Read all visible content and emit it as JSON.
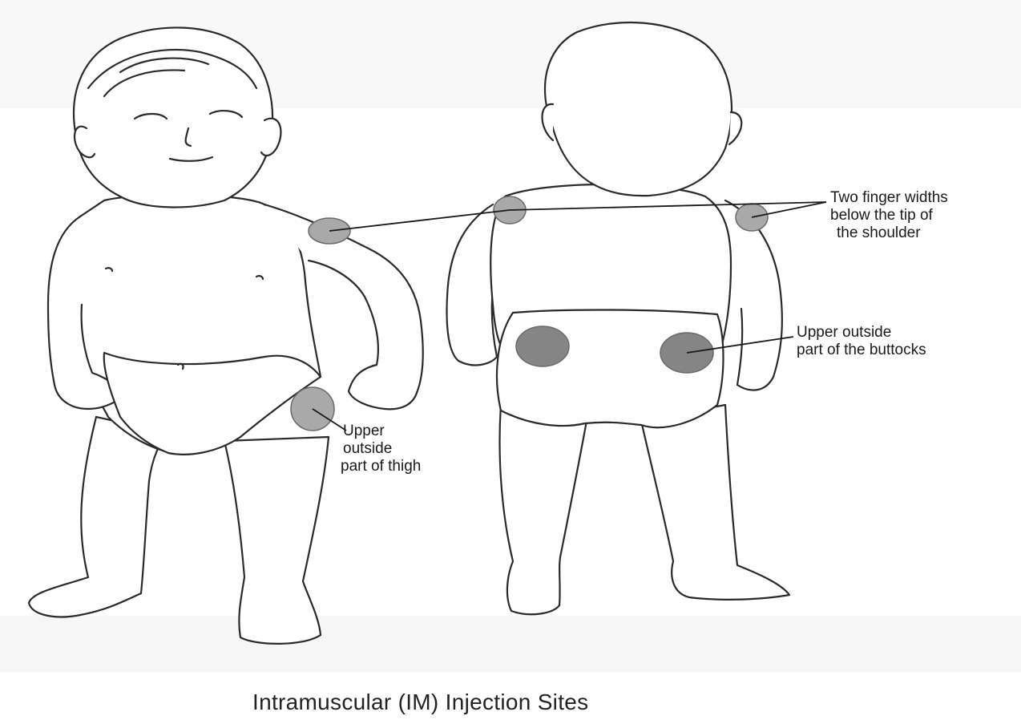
{
  "caption": "Intramuscular (IM) Injection Sites",
  "labels": {
    "shoulder": [
      "Two finger widths",
      "below the tip of",
      "the shoulder"
    ],
    "buttocks": [
      "Upper outside",
      "part of the buttocks"
    ],
    "thigh": [
      "Upper",
      "outside",
      "part of thigh"
    ]
  },
  "colors": {
    "outline": "#2a2a2a",
    "site_light": "#a9a9a9",
    "site_dark": "#858585",
    "background_band": "#f7f7f7"
  }
}
